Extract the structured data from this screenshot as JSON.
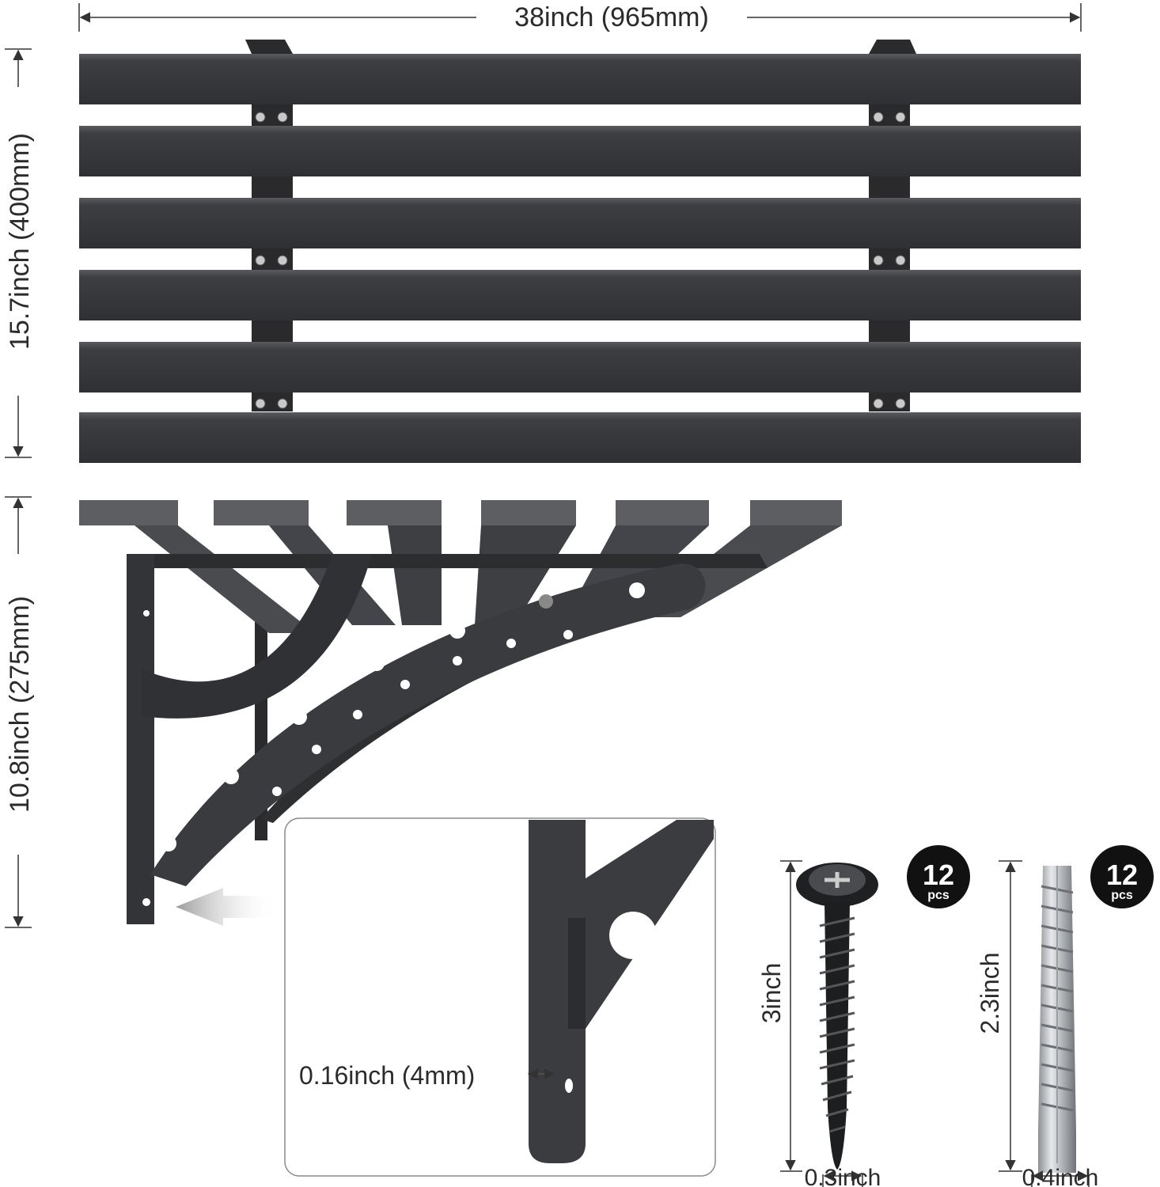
{
  "dimensions": {
    "shelf_width": "38inch (965mm)",
    "shelf_depth": "15.7inch (400mm)",
    "bracket_height": "10.8inch (275mm)",
    "plate_thickness": "0.16inch (4mm)"
  },
  "hardware": {
    "screw": {
      "length": "3inch",
      "diameter": "0.3inch",
      "count": "12",
      "unit": "pcs"
    },
    "anchor": {
      "length": "2.3inch",
      "diameter": "0.4inch",
      "count": "12",
      "unit": "pcs"
    }
  },
  "colors": {
    "metal": "#3a3a3c",
    "metal_dark": "#242426",
    "metal_light": "#55565a",
    "line": "#333333"
  }
}
